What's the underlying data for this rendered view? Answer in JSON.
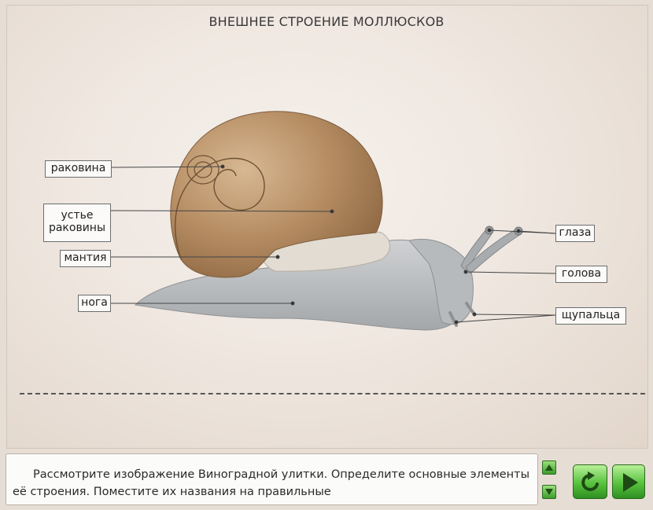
{
  "title": "ВНЕШНЕЕ СТРОЕНИЕ МОЛЛЮСКОВ",
  "labels": {
    "shell": "раковина",
    "aperture": "устье раковины",
    "mantle": "мантия",
    "foot": "нога",
    "eyes": "глаза",
    "head": "голова",
    "tentacles": "щупальца"
  },
  "instructions": "Рассмотрите изображение Виноградной улитки. Определите основные элементы её строения. Поместите их названия на правильные",
  "colors": {
    "shell": "#a8825c",
    "body": "#b9bcbe",
    "button_green": "#58c23d"
  },
  "icons": {
    "scroll_up": "triangle-up-icon",
    "scroll_down": "triangle-down-icon",
    "reset": "reset-arrow-icon",
    "next": "play-icon"
  }
}
